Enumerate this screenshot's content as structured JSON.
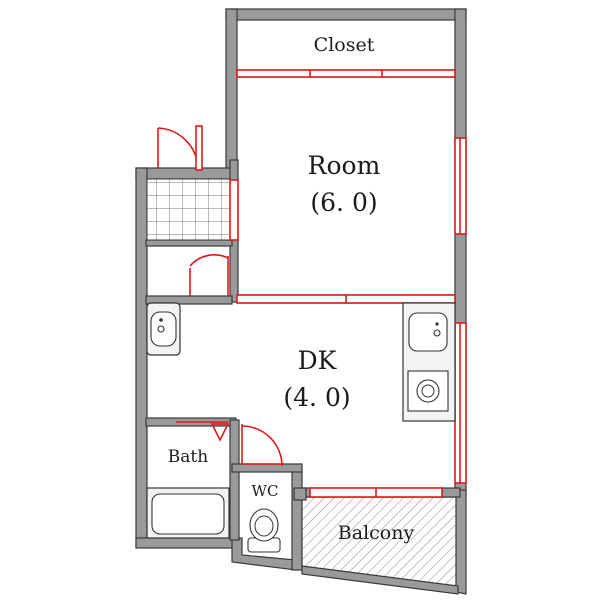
{
  "rooms": {
    "closet": {
      "name": "Closet"
    },
    "room": {
      "name": "Room",
      "size": "(6. 0)"
    },
    "dk": {
      "name": "DK",
      "size": "(4. 0)"
    },
    "bath": {
      "name": "Bath"
    },
    "wc": {
      "name": "WC"
    },
    "balcony": {
      "name": "Balcony"
    }
  },
  "colors": {
    "wall": "#9a9a9a",
    "wall_outline": "#3a3a3a",
    "opening": "#e01a1a",
    "background": "#ffffff"
  }
}
